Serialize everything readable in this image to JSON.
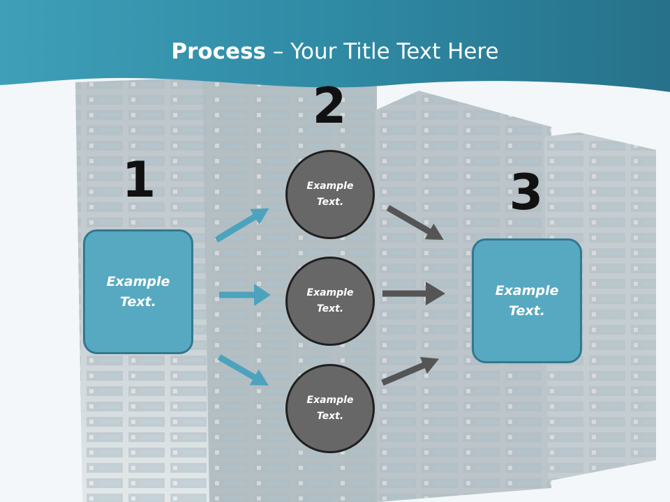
{
  "slide": {
    "title_bold": "Process",
    "title_rest": " – Your Title Text Here"
  },
  "steps": [
    {
      "number": "1"
    },
    {
      "number": "2"
    },
    {
      "number": "3"
    }
  ],
  "boxes": {
    "left": "Example Text.",
    "right": "Example Text."
  },
  "circles": [
    "Example Text.",
    "Example Text.",
    "Example Text."
  ],
  "colors": {
    "header_band": "#2e7f97",
    "box_fill": "#56a9c1",
    "box_border": "#33788f",
    "circle_fill": "#676767",
    "blue_arrow": "#4da3bd",
    "gray_arrow": "#555555"
  }
}
